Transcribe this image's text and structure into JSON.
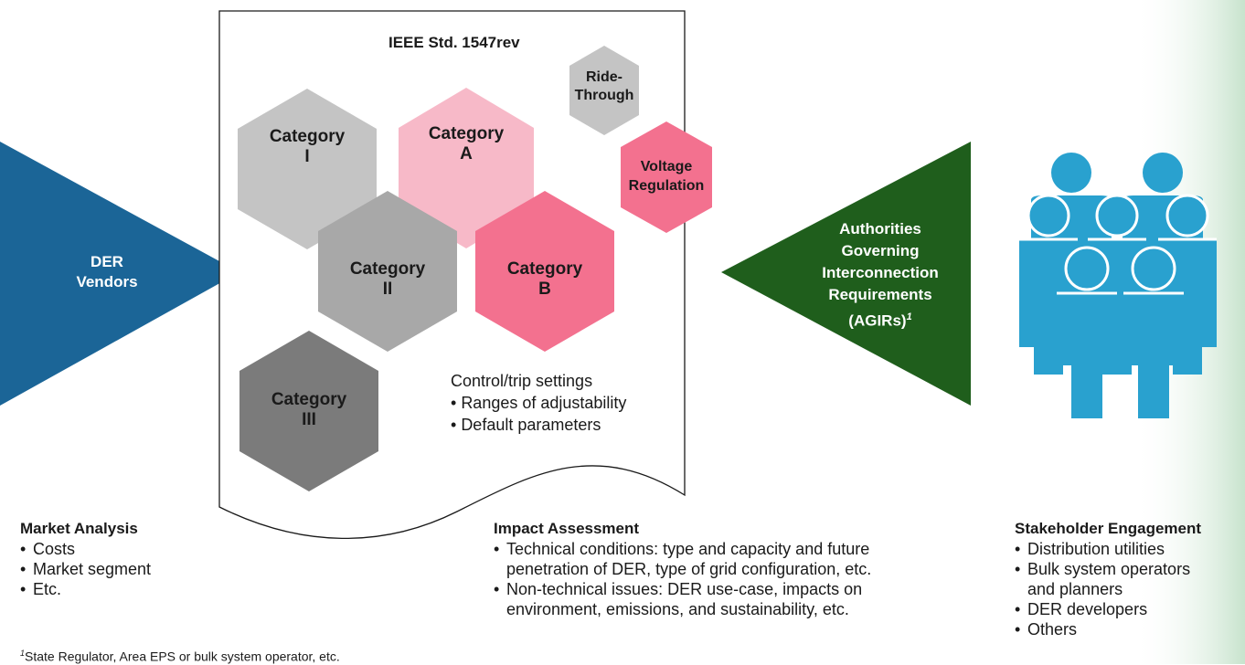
{
  "standard": {
    "title": "IEEE Std. 1547rev"
  },
  "hexagons": {
    "cat1": [
      "Category",
      "I"
    ],
    "catA": [
      "Category",
      "A"
    ],
    "ride": [
      "Ride-",
      "Through"
    ],
    "volt": [
      "Voltage",
      "Regulation"
    ],
    "cat2": [
      "Category",
      "II"
    ],
    "catB": [
      "Category",
      "B"
    ],
    "cat3": [
      "Category",
      "III"
    ]
  },
  "settings": {
    "heading": "Control/trip settings",
    "items": [
      "Ranges of adjustability",
      "Default parameters"
    ]
  },
  "left_arrow": {
    "lines": [
      "DER",
      "Vendors"
    ]
  },
  "right_arrow": {
    "lines": [
      "Authorities",
      "Governing",
      "Interconnection",
      "Requirements"
    ],
    "last_line": "(AGIRs)",
    "superscript": "1"
  },
  "market": {
    "title": "Market Analysis",
    "items": [
      "Costs",
      "Market segment",
      "Etc."
    ]
  },
  "impact": {
    "title": "Impact Assessment",
    "items": [
      [
        "Technical conditions: type and capacity and future",
        "penetration of DER, type of grid configuration, etc."
      ],
      [
        "Non-technical issues: DER use-case, impacts on",
        "environment, emissions, and sustainability, etc."
      ]
    ]
  },
  "stakeholder": {
    "title": "Stakeholder Engagement",
    "items": [
      [
        "Distribution utilities"
      ],
      [
        "Bulk system operators",
        "and planners"
      ],
      [
        "DER developers"
      ],
      [
        "Others"
      ]
    ]
  },
  "footnote": {
    "marker": "1",
    "text": "State Regulator, Area EPS or bulk system operator, etc."
  },
  "colors": {
    "vendor_blue": "#1b6597",
    "agir_green": "#1f5e1c",
    "people_blue": "#29a1cf",
    "hex_gray_light": "#c4c4c4",
    "hex_gray_mid": "#a8a8a8",
    "hex_gray_dark": "#7b7b7b",
    "hex_pink_light": "#f7b9c8",
    "hex_pink": "#f3718f"
  }
}
